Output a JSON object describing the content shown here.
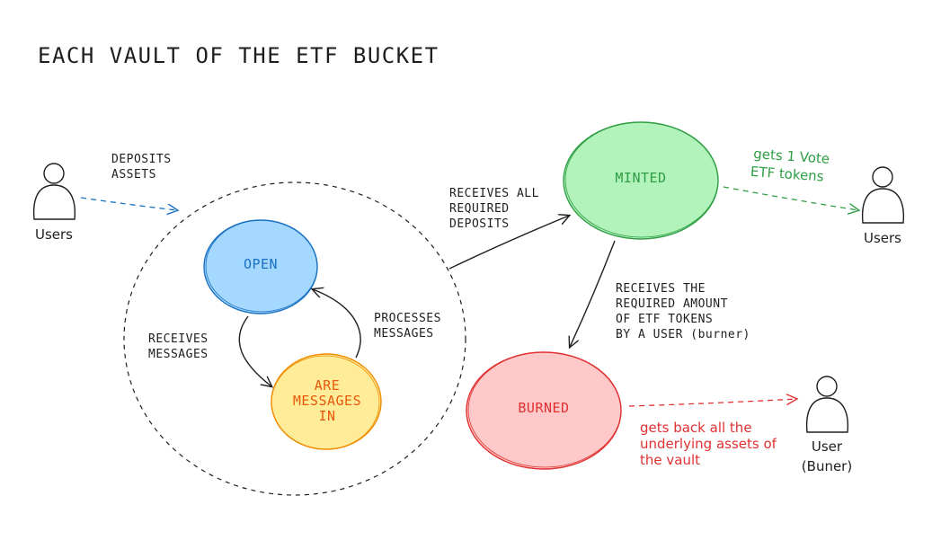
{
  "title": "EACH VAULT OF THE ETF BUCKET",
  "nodes": {
    "open": {
      "label": "OPEN",
      "fill": "#a5d8ff",
      "stroke": "#1971c2",
      "text_color": "#1971c2"
    },
    "are_messages_in": {
      "label_lines": [
        "ARE",
        "MESSAGES",
        "IN"
      ],
      "fill": "#ffec99",
      "stroke": "#f08c00",
      "text_color": "#e8590c"
    },
    "minted": {
      "label": "MINTED",
      "fill": "#b2f2bb",
      "stroke": "#2f9e44",
      "text_color": "#2f9e44"
    },
    "burned": {
      "label": "BURNED",
      "fill": "#ffc9c9",
      "stroke": "#e03131",
      "text_color": "#e03131"
    }
  },
  "actors": {
    "users_left": {
      "label_lines": [
        "Users"
      ]
    },
    "users_right": {
      "label_lines": [
        "Users"
      ]
    },
    "burner": {
      "label_lines": [
        "User",
        "(Buner)"
      ]
    }
  },
  "edge_labels": {
    "deposits_assets": [
      "DEPOSITS",
      "ASSETS"
    ],
    "receives_messages": [
      "RECEIVES",
      "MESSAGES"
    ],
    "processes_messages": [
      "PROCESSES",
      "MESSAGES"
    ],
    "receives_all_deposits": [
      "RECEIVES ALL",
      "REQUIRED",
      "DEPOSITS"
    ],
    "receives_required_amount": [
      "RECEIVES THE",
      "REQUIRED AMOUNT",
      "OF ETF TOKENS",
      "BY A USER (burner)"
    ],
    "gets_vote_tokens": [
      "gets 1 Vote",
      "ETF tokens"
    ],
    "gets_back_assets": [
      "gets back all the",
      "underlying assets of",
      "the vault"
    ]
  },
  "colors": {
    "ink": "#1e1e1e",
    "blue_arrow": "#1971c2",
    "green_arrow": "#2f9e44",
    "red_arrow": "#e03131"
  }
}
